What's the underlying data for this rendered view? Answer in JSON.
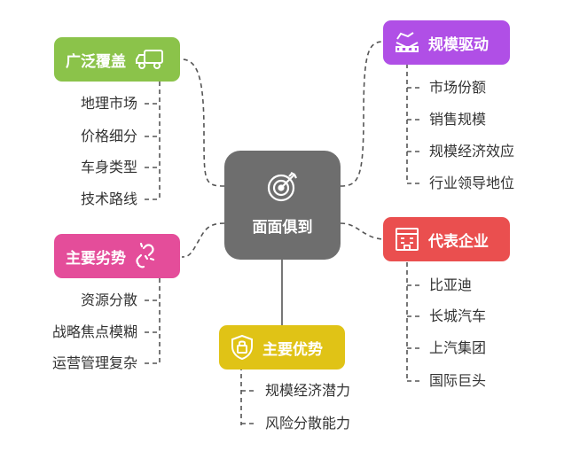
{
  "center": {
    "label": "面面俱到",
    "icon": "target-arrow-icon",
    "color": "#6e6e6e"
  },
  "branches": {
    "coverage": {
      "label": "广泛覆盖",
      "icon": "truck-icon",
      "color": "#8bc34a",
      "items": [
        "地理市场",
        "价格细分",
        "车身类型",
        "技术路线"
      ]
    },
    "scale": {
      "label": "规模驱动",
      "icon": "conveyor-icon",
      "color": "#b04fe6",
      "items": [
        "市场份额",
        "销售规模",
        "规模经济效应",
        "行业领导地位"
      ]
    },
    "weakness": {
      "label": "主要劣势",
      "icon": "broken-link-icon",
      "color": "#e44d9a",
      "items": [
        "资源分散",
        "战略焦点模糊",
        "运营管理复杂"
      ]
    },
    "companies": {
      "label": "代表企业",
      "icon": "building-icon",
      "color": "#ea4f4f",
      "items": [
        "比亚迪",
        "长城汽车",
        "上汽集团",
        "国际巨头"
      ]
    },
    "strength": {
      "label": "主要优势",
      "icon": "lock-shield-icon",
      "color": "#e0c316",
      "items": [
        "规模经济潜力",
        "风险分散能力"
      ]
    }
  }
}
